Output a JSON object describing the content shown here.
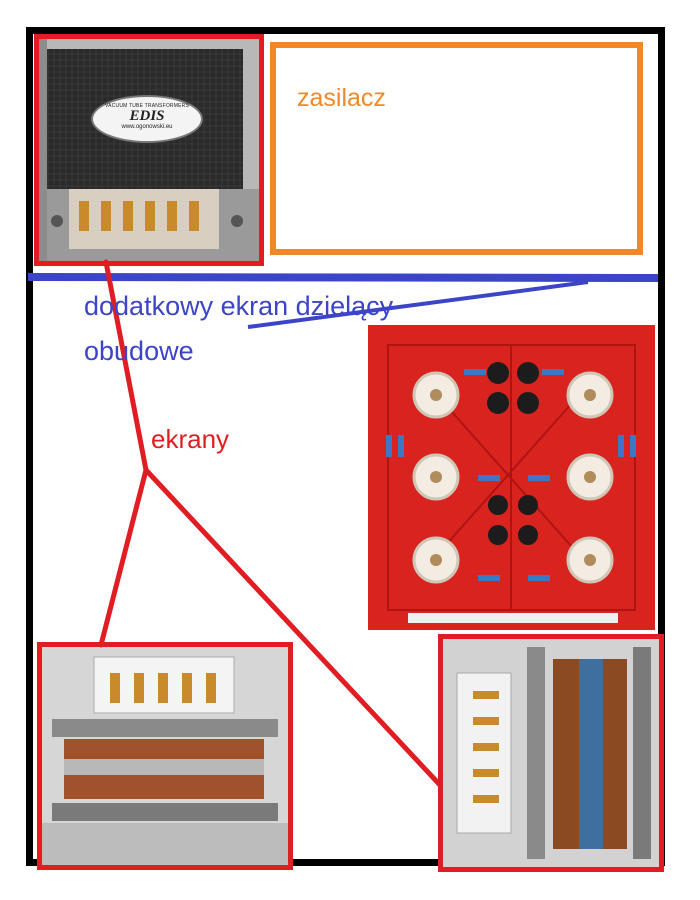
{
  "labels": {
    "power_supply": "zasilacz",
    "divider_line1": "dodatkowy ekran dzielący",
    "divider_line2": "obudowe",
    "screens": "ekrany"
  },
  "transformer_badge": {
    "line1": "VACUUM TUBE TRANSFORMERS",
    "brand": "EDIS",
    "url": "www.ogonowski.eu"
  },
  "colors": {
    "red": "#e11d24",
    "orange": "#f0882a",
    "blue": "#3c44c8",
    "pcb": "#d8231f"
  }
}
